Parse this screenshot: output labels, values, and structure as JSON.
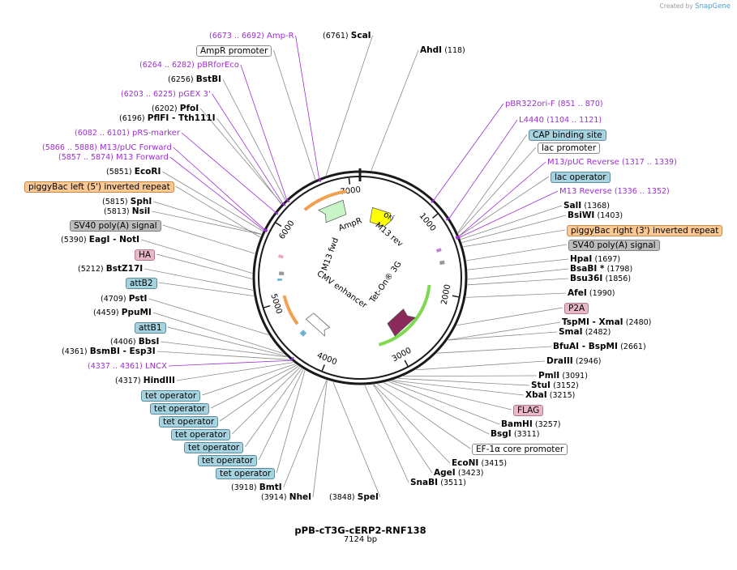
{
  "app": {
    "credit_prefix": "Created by",
    "credit_brand": "SnapGene"
  },
  "plasmid": {
    "name": "pPB-cT3G-cERP2-RNF138",
    "size_label": "7124 bp",
    "length": 7124
  },
  "colors": {
    "enzyme_line": "#8a8a8a",
    "primer_line": "#9b2fd1",
    "backbone": "#1a1a1a",
    "ampr": "#c8f5c8",
    "ori": "#ffff00",
    "teton": "#8b2a5a",
    "arc_orange": "#f0a050",
    "arc_green": "#7ed850",
    "arc_blue": "#6cb4d2"
  },
  "ruler_ticks": [
    "1000",
    "2000",
    "3000",
    "4000",
    "5000",
    "6000",
    "7000"
  ],
  "ruler_positions": [
    1000,
    2000,
    3000,
    4000,
    5000,
    6000,
    7000
  ],
  "features_inner": {
    "ampr": "AmpR",
    "ori": "ori",
    "m13rev": "M13 rev",
    "m13fwd": "M13 fwd",
    "cmv": "CMV enhancer",
    "teton": "Tet-On® 3G"
  },
  "labels": [
    {
      "kind": "primer",
      "name": "Amp-R",
      "pos": "(6673 .. 6692)",
      "bp": 6682
    },
    {
      "kind": "box",
      "style": "white",
      "name": "AmpR promoter",
      "bp": 6640
    },
    {
      "kind": "primer",
      "name": "pBRforEco",
      "pos": "(6264 .. 6282)",
      "bp": 6273
    },
    {
      "kind": "enzyme",
      "name": "BstBI",
      "pos": "(6256)",
      "bp": 6256
    },
    {
      "kind": "primer",
      "name": "pGEX 3'",
      "pos": "(6203 .. 6225)",
      "bp": 6214
    },
    {
      "kind": "enzyme",
      "name": "PfoI",
      "pos": "(6202)",
      "bp": 6202
    },
    {
      "kind": "enzyme",
      "name": "PflFI - Tth111I",
      "pos": "(6196)",
      "bp": 6196
    },
    {
      "kind": "primer",
      "name": "pRS-marker",
      "pos": "(6082 .. 6101)",
      "bp": 6091
    },
    {
      "kind": "primer",
      "name": "M13/pUC Forward",
      "pos": "(5866 .. 5888)",
      "bp": 5877
    },
    {
      "kind": "primer",
      "name": "M13 Forward",
      "pos": "(5857 .. 5874)",
      "bp": 5865
    },
    {
      "kind": "enzyme",
      "name": "EcoRI",
      "pos": "(5851)",
      "bp": 5851
    },
    {
      "kind": "box",
      "style": "orange",
      "name": "piggyBac left (5') inverted repeat",
      "bp": 5780
    },
    {
      "kind": "enzyme",
      "name": "SphI",
      "pos": "(5815)",
      "bp": 5815
    },
    {
      "kind": "enzyme",
      "name": "NsiI",
      "pos": "(5813)",
      "bp": 5813
    },
    {
      "kind": "box",
      "style": "gray",
      "name": "SV40 poly(A) signal",
      "bp": 5600
    },
    {
      "kind": "enzyme",
      "name": "EagI - NotI",
      "pos": "(5390)",
      "bp": 5390
    },
    {
      "kind": "box",
      "style": "pink",
      "name": "HA",
      "bp": 5330
    },
    {
      "kind": "enzyme",
      "name": "BstZ17I",
      "pos": "(5212)",
      "bp": 5212
    },
    {
      "kind": "box",
      "style": "blue",
      "name": "attB2",
      "bp": 5150
    },
    {
      "kind": "enzyme",
      "name": "PstI",
      "pos": "(4709)",
      "bp": 4709
    },
    {
      "kind": "enzyme",
      "name": "PpuMI",
      "pos": "(4459)",
      "bp": 4459
    },
    {
      "kind": "box",
      "style": "blue",
      "name": "attB1",
      "bp": 4420
    },
    {
      "kind": "enzyme",
      "name": "BbsI",
      "pos": "(4406)",
      "bp": 4406
    },
    {
      "kind": "enzyme",
      "name": "BsmBI - Esp3I",
      "pos": "(4361)",
      "bp": 4361
    },
    {
      "kind": "primer",
      "name": "LNCX",
      "pos": "(4337 .. 4361)",
      "bp": 4349
    },
    {
      "kind": "enzyme",
      "name": "HindIII",
      "pos": "(4317)",
      "bp": 4317
    },
    {
      "kind": "box",
      "style": "blue",
      "name": "tet operator",
      "bp": 4290
    },
    {
      "kind": "box",
      "style": "blue",
      "name": "tet operator",
      "bp": 4270
    },
    {
      "kind": "box",
      "style": "blue",
      "name": "tet operator",
      "bp": 4250
    },
    {
      "kind": "box",
      "style": "blue",
      "name": "tet operator",
      "bp": 4230
    },
    {
      "kind": "box",
      "style": "blue",
      "name": "tet operator",
      "bp": 4210
    },
    {
      "kind": "box",
      "style": "blue",
      "name": "tet operator",
      "bp": 4190
    },
    {
      "kind": "box",
      "style": "blue",
      "name": "tet operator",
      "bp": 4170
    },
    {
      "kind": "enzyme",
      "name": "BmtI",
      "pos": "(3918)",
      "bp": 3918
    },
    {
      "kind": "enzyme",
      "name": "NheI",
      "pos": "(3914)",
      "bp": 3914
    },
    {
      "kind": "enzyme",
      "name": "SpeI",
      "pos": "(3848)",
      "bp": 3848
    },
    {
      "kind": "enzyme",
      "name": "ScaI",
      "pos": "(6761)",
      "bp": 6761
    },
    {
      "kind": "enzyme",
      "name": "AhdI",
      "pos": "(118)",
      "bp": 118
    },
    {
      "kind": "primer",
      "name": "pBR322ori-F",
      "pos": "(851 .. 870)",
      "bp": 860
    },
    {
      "kind": "primer",
      "name": "L4440",
      "pos": "(1104 .. 1121)",
      "bp": 1112
    },
    {
      "kind": "box",
      "style": "blue",
      "name": "CAP binding site",
      "bp": 1290
    },
    {
      "kind": "box",
      "style": "white",
      "name": "lac promoter",
      "bp": 1300
    },
    {
      "kind": "primer",
      "name": "M13/pUC Reverse",
      "pos": "(1317 .. 1339)",
      "bp": 1328
    },
    {
      "kind": "box",
      "style": "blue",
      "name": "lac operator",
      "bp": 1330
    },
    {
      "kind": "primer",
      "name": "M13 Reverse",
      "pos": "(1336 .. 1352)",
      "bp": 1344
    },
    {
      "kind": "enzyme",
      "name": "SalI",
      "pos": "(1368)",
      "bp": 1368
    },
    {
      "kind": "enzyme",
      "name": "BsiWI",
      "pos": "(1403)",
      "bp": 1403
    },
    {
      "kind": "box",
      "style": "orange",
      "name": "piggyBac right (3') inverted repeat",
      "bp": 1450
    },
    {
      "kind": "box",
      "style": "gray",
      "name": "SV40 poly(A) signal",
      "bp": 1600
    },
    {
      "kind": "enzyme",
      "name": "HpaI",
      "pos": "(1697)",
      "bp": 1697
    },
    {
      "kind": "enzyme",
      "name": "BsaBI *",
      "pos": "(1798)",
      "bp": 1798
    },
    {
      "kind": "enzyme",
      "name": "Bsu36I",
      "pos": "(1856)",
      "bp": 1856
    },
    {
      "kind": "enzyme",
      "name": "AfeI",
      "pos": "(1990)",
      "bp": 1990
    },
    {
      "kind": "box",
      "style": "pink",
      "name": "P2A",
      "bp": 2300
    },
    {
      "kind": "enzyme",
      "name": "TspMI - XmaI",
      "pos": "(2480)",
      "bp": 2480
    },
    {
      "kind": "enzyme",
      "name": "SmaI",
      "pos": "(2482)",
      "bp": 2482
    },
    {
      "kind": "enzyme",
      "name": "BfuAI - BspMI",
      "pos": "(2661)",
      "bp": 2661
    },
    {
      "kind": "enzyme",
      "name": "DraIII",
      "pos": "(2946)",
      "bp": 2946
    },
    {
      "kind": "enzyme",
      "name": "PmlI",
      "pos": "(3091)",
      "bp": 3091
    },
    {
      "kind": "enzyme",
      "name": "StuI",
      "pos": "(3152)",
      "bp": 3152
    },
    {
      "kind": "enzyme",
      "name": "XbaI",
      "pos": "(3215)",
      "bp": 3215
    },
    {
      "kind": "box",
      "style": "pink",
      "name": "FLAG",
      "bp": 3235
    },
    {
      "kind": "enzyme",
      "name": "BamHI",
      "pos": "(3257)",
      "bp": 3257
    },
    {
      "kind": "enzyme",
      "name": "BsgI",
      "pos": "(3311)",
      "bp": 3311
    },
    {
      "kind": "box",
      "style": "white",
      "name": "EF-1α core promoter",
      "bp": 3380
    },
    {
      "kind": "enzyme",
      "name": "EcoNI",
      "pos": "(3415)",
      "bp": 3415
    },
    {
      "kind": "enzyme",
      "name": "AgeI",
      "pos": "(3423)",
      "bp": 3423
    },
    {
      "kind": "enzyme",
      "name": "SnaBI",
      "pos": "(3511)",
      "bp": 3511
    }
  ]
}
